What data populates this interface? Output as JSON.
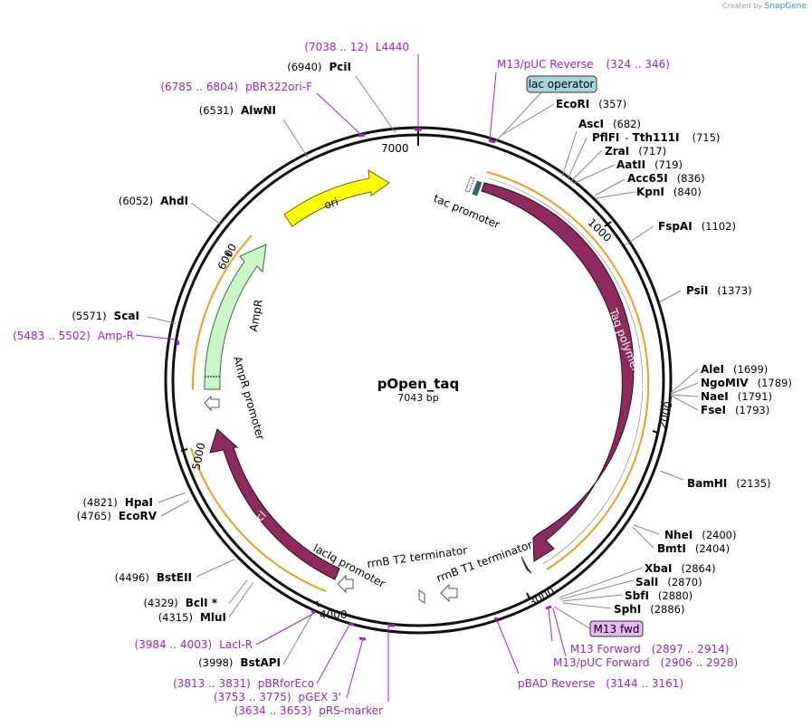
{
  "credit": {
    "prefix": "Created by",
    "brand": "SnapGene"
  },
  "plasmid": {
    "name": "pOpen_taq",
    "length_label": "7043 bp"
  },
  "ticks": [
    "1000",
    "2000",
    "3000",
    "4000",
    "5000",
    "6000",
    "7000"
  ],
  "enzymes": [
    {
      "name": "PciI",
      "pos": "(6940)"
    },
    {
      "name": "AlwNI",
      "pos": "(6531)"
    },
    {
      "name": "AhdI",
      "pos": "(6052)"
    },
    {
      "name": "ScaI",
      "pos": "(5571)"
    },
    {
      "name": "EcoRI",
      "pos": "(357)"
    },
    {
      "name": "AscI",
      "pos": "(682)"
    },
    {
      "name": "PflFI",
      "sep": "-",
      "name2": "Tth111I",
      "pos": "(715)"
    },
    {
      "name": "ZraI",
      "pos": "(717)"
    },
    {
      "name": "AatII",
      "pos": "(719)"
    },
    {
      "name": "Acc65I",
      "pos": "(836)"
    },
    {
      "name": "KpnI",
      "pos": "(840)"
    },
    {
      "name": "FspAI",
      "pos": "(1102)"
    },
    {
      "name": "PsiI",
      "pos": "(1373)"
    },
    {
      "name": "AleI",
      "pos": "(1699)"
    },
    {
      "name": "NgoMIV",
      "pos": "(1789)"
    },
    {
      "name": "NaeI",
      "pos": "(1791)"
    },
    {
      "name": "FseI",
      "pos": "(1793)"
    },
    {
      "name": "BamHI",
      "pos": "(2135)"
    },
    {
      "name": "NheI",
      "pos": "(2400)"
    },
    {
      "name": "BmtI",
      "pos": "(2404)"
    },
    {
      "name": "XbaI",
      "pos": "(2864)"
    },
    {
      "name": "SalI",
      "pos": "(2870)"
    },
    {
      "name": "SbfI",
      "pos": "(2880)"
    },
    {
      "name": "SphI",
      "pos": "(2886)"
    },
    {
      "name": "HpaI",
      "pos": "(4821)"
    },
    {
      "name": "EcoRV",
      "pos": "(4765)"
    },
    {
      "name": "BstEII",
      "pos": "(4496)"
    },
    {
      "name": "BclI *",
      "pos": "(4329)"
    },
    {
      "name": "MluI",
      "pos": "(4315)"
    },
    {
      "name": "BstAPI",
      "pos": "(3998)"
    }
  ],
  "primers": [
    {
      "range": "(7038 .. 12)",
      "name": "L4440"
    },
    {
      "range": "(6785 .. 6804)",
      "name": "pBR322ori-F"
    },
    {
      "range": "(5483 .. 5502)",
      "name": "Amp-R"
    },
    {
      "name": "M13/pUC Reverse",
      "range": "(324 .. 346)"
    },
    {
      "range": "(3984 .. 4003)",
      "name": "LacI-R"
    },
    {
      "range": "(3813 .. 3831)",
      "name": "pBRforEco"
    },
    {
      "range": "(3753 .. 3775)",
      "name": "pGEX 3'"
    },
    {
      "range": "(3634 .. 3653)",
      "name": "pRS-marker"
    },
    {
      "name": "pBAD Reverse",
      "range": "(3144 .. 3161)"
    },
    {
      "name": "M13 Forward",
      "range": "(2897 .. 2914)"
    },
    {
      "name": "M13/pUC Forward",
      "range": "(2906 .. 2928)"
    }
  ],
  "boxed": {
    "lac_operator": "lac operator",
    "m13_fwd": "M13 fwd"
  },
  "features": {
    "ori": "ori",
    "ampr": "AmpR",
    "ampr_promoter": "AmpR promoter",
    "tac_promoter": "tac promoter",
    "taq": "Taq polymerase",
    "laci": "lacI",
    "laciq_promoter": "lacIq promoter",
    "rrnb_t2": "rrnB T2 terminator",
    "rrnb_t1": "rrnB T1 terminator"
  },
  "colors": {
    "backbone": "#111111",
    "primer": "#9b26c9",
    "cds_dark": "#8f2a5e",
    "ori": "#ffff00",
    "ampr_fill": "#c9f7c8",
    "orange": "#f0a018",
    "operator_fill": "#a6d4e0",
    "m13_fill": "#e8b7f5"
  }
}
